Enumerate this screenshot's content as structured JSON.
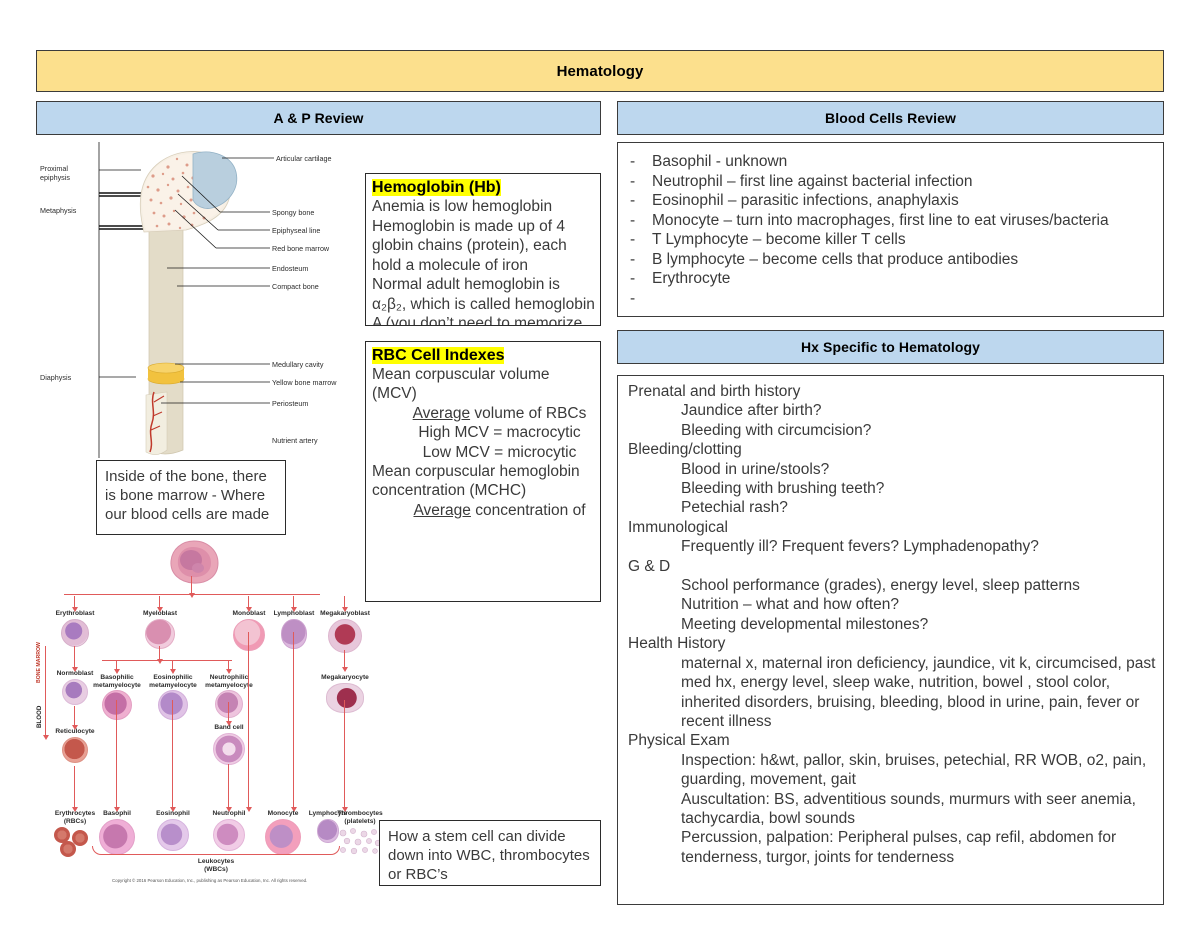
{
  "page": {
    "title": "Hematology"
  },
  "headers": {
    "main": "Hematology",
    "ap_review": "A & P Review",
    "blood_cells_review": "Blood Cells Review",
    "hx_specific": "Hx Specific to Hematology"
  },
  "hemoglobin_box": {
    "title": "Hemoglobin (Hb)",
    "body": "Anemia is low hemoglobin\nHemoglobin is made up of 4 globin chains (protein), each hold a molecule of iron\nNormal adult hemoglobin is α₂β₂, which is called hemoglobin A (you don’t need to memorize this)"
  },
  "rbc_box": {
    "title": "RBC Cell Indexes",
    "lines": [
      {
        "text": "Mean corpuscular volume (MCV)",
        "indent": 0
      },
      {
        "text": "Average volume of RBCs",
        "indent": 1,
        "underline_first_word": true
      },
      {
        "text": "High MCV = macrocytic",
        "indent": 1
      },
      {
        "text": "Low MCV = microcytic",
        "indent": 1
      },
      {
        "text": "Mean corpuscular hemoglobin concentration (MCHC)",
        "indent": 0
      },
      {
        "text": "Average concentration of",
        "indent": 1,
        "underline_first_word": true
      }
    ]
  },
  "note_bone": "Inside of the bone, there is bone marrow - Where our blood cells are made",
  "note_stemcell": "How a stem cell can divide down into WBC, thrombocytes or RBC’s",
  "blood_cells_list": [
    "Basophil - unknown",
    "Neutrophil – first line against bacterial infection",
    "Eosinophil – parasitic infections, anaphylaxis",
    "Monocyte – turn into macrophages, first line to eat viruses/bacteria",
    "T Lymphocyte – become killer T cells",
    "B lymphocyte – become cells that produce antibodies",
    "Erythrocyte"
  ],
  "hx_content": [
    {
      "text": "Prenatal and birth history",
      "indent": 0
    },
    {
      "text": "Jaundice after birth?",
      "indent": 1
    },
    {
      "text": "Bleeding with circumcision?",
      "indent": 1
    },
    {
      "text": "Bleeding/clotting",
      "indent": 0
    },
    {
      "text": "Blood in urine/stools?",
      "indent": 1
    },
    {
      "text": "Bleeding with brushing teeth?",
      "indent": 1
    },
    {
      "text": "Petechial rash?",
      "indent": 1
    },
    {
      "text": "Immunological",
      "indent": 0
    },
    {
      "text": "Frequently ill? Frequent fevers? Lymphadenopathy?",
      "indent": 1
    },
    {
      "text": "G & D",
      "indent": 0
    },
    {
      "text": "School performance (grades), energy level, sleep patterns",
      "indent": 1
    },
    {
      "text": "Nutrition – what and how often?",
      "indent": 1
    },
    {
      "text": "Meeting developmental milestones?",
      "indent": 1
    },
    {
      "text": "Health History",
      "indent": 0
    },
    {
      "text": "maternal x, maternal iron deficiency, jaundice, vit k, circumcised, past med hx, energy level, sleep wake, nutrition, bowel , stool color, inherited disorders, bruising, bleeding, blood in urine, pain, fever or recent illness",
      "indent": 1
    },
    {
      "text": "Physical Exam",
      "indent": 0
    },
    {
      "text": "Inspection: h&wt, pallor, skin, bruises, petechial, RR WOB, o2, pain, guarding, movement, gait",
      "indent": 1
    },
    {
      "text": "Auscultation: BS, adventitious sounds, murmurs with seer anemia, tachycardia, bowl sounds",
      "indent": 1
    },
    {
      "text": "Percussion, palpation: Peripheral pulses, cap refil, abdomen for tenderness, turgor, joints for tenderness",
      "indent": 1
    }
  ],
  "bone_diagram": {
    "left_labels": [
      "Proximal epiphysis",
      "Metaphysis",
      "Diaphysis"
    ],
    "right_labels": [
      "Articular cartilage",
      "Spongy bone",
      "Epiphyseal line",
      "Red bone marrow",
      "Endosteum",
      "Compact bone",
      "Medullary cavity",
      "Yellow bone marrow",
      "Periosteum",
      "Nutrient artery"
    ]
  },
  "hematopoiesis": {
    "root": "Stem cell",
    "axis_label": "BLOOD",
    "axis_label2": "BONE MARROW",
    "tier1": [
      "Erythroblast",
      "Myeloblast",
      "Monoblast",
      "Lymphoblast",
      "Megakaryoblast"
    ],
    "tier2": [
      "Normoblast",
      "Basophilic\nmetamyelocyte",
      "Eosinophilic\nmetamyelocyte",
      "Neutrophilic\nmetamyelocyte",
      "Megakaryocyte"
    ],
    "tier3": [
      "Reticulocyte",
      "Band cell"
    ],
    "tier4": [
      "Erythrocytes\n(RBCs)",
      "Basophil",
      "Eosinophil",
      "Neutrophil",
      "Monocyte",
      "Lymphocyte",
      "Thrombocytes\n(platelets)"
    ],
    "bracket_label": "Leukocytes\n(WBCs)",
    "copyright": "Copyright © 2016 Pearson Education, Inc., publishing as Pearson Education, Inc. All rights reserved."
  },
  "colors": {
    "header_yellow": "#FCE08D",
    "header_blue": "#BDD7EE",
    "border": "#3b3b3b",
    "highlight": "#FFFF00",
    "text": "#3a3a3a",
    "arrow_red": "#E05A5A"
  }
}
